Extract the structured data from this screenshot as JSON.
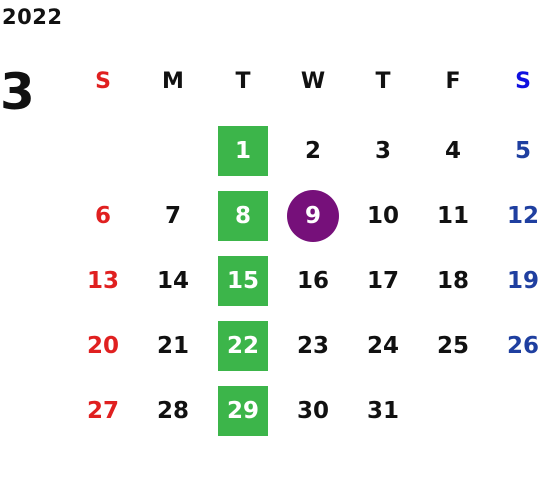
{
  "year": "2022",
  "month": "3",
  "weekdays": [
    "S",
    "M",
    "T",
    "W",
    "T",
    "F",
    "S"
  ],
  "colors": {
    "sunday": "#e02020",
    "saturday": "#1f3fa0",
    "tuesday_highlight": "#3cb54a",
    "selected_day": "#76107a"
  },
  "weeks": [
    [
      "",
      "",
      "1",
      "2",
      "3",
      "4",
      "5"
    ],
    [
      "6",
      "7",
      "8",
      "9",
      "10",
      "11",
      "12"
    ],
    [
      "13",
      "14",
      "15",
      "16",
      "17",
      "18",
      "19"
    ],
    [
      "20",
      "21",
      "22",
      "23",
      "24",
      "25",
      "26"
    ],
    [
      "27",
      "28",
      "29",
      "30",
      "31",
      "",
      ""
    ]
  ],
  "selected_day": "9"
}
